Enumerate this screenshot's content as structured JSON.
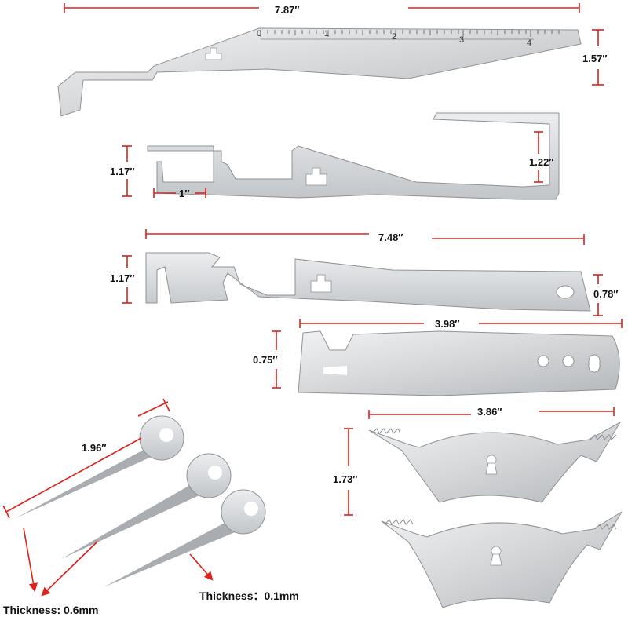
{
  "colors": {
    "steel_light": "#e6e7e9",
    "steel_mid": "#c7c9cc",
    "steel_dark": "#9a9da1",
    "dimension_red": "#e0201b",
    "text": "#111111"
  },
  "ruler": {
    "numbers": [
      "0",
      "1",
      "2",
      "3",
      "4"
    ]
  },
  "dimensions": {
    "d1": "7.87″",
    "d2": "1.57″",
    "d3": "1.17″",
    "d4": "1″",
    "d5": "1.22″",
    "d6": "7.48″",
    "d7": "1.17″",
    "d8": "0.78″",
    "d9": "3.98″",
    "d10": "0.75″",
    "d11": "1.96″",
    "d12": "3.86″",
    "d13": "1.73″"
  },
  "notes": {
    "thickness_a": "Thickness: 0.6mm",
    "thickness_b": "Thickness：0.1mm"
  }
}
